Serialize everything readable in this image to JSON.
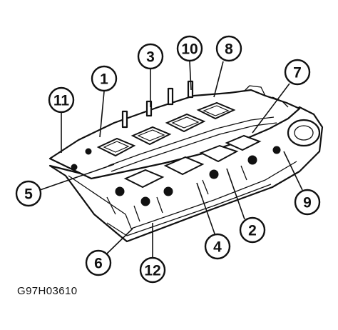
{
  "figure_code": "G97H03610",
  "callouts": [
    {
      "id": "1",
      "label": "1"
    },
    {
      "id": "2",
      "label": "2"
    },
    {
      "id": "3",
      "label": "3"
    },
    {
      "id": "4",
      "label": "4"
    },
    {
      "id": "5",
      "label": "5"
    },
    {
      "id": "6",
      "label": "6"
    },
    {
      "id": "7",
      "label": "7"
    },
    {
      "id": "8",
      "label": "8"
    },
    {
      "id": "9",
      "label": "9"
    },
    {
      "id": "10",
      "label": "10"
    },
    {
      "id": "11",
      "label": "11"
    },
    {
      "id": "12",
      "label": "12"
    }
  ]
}
